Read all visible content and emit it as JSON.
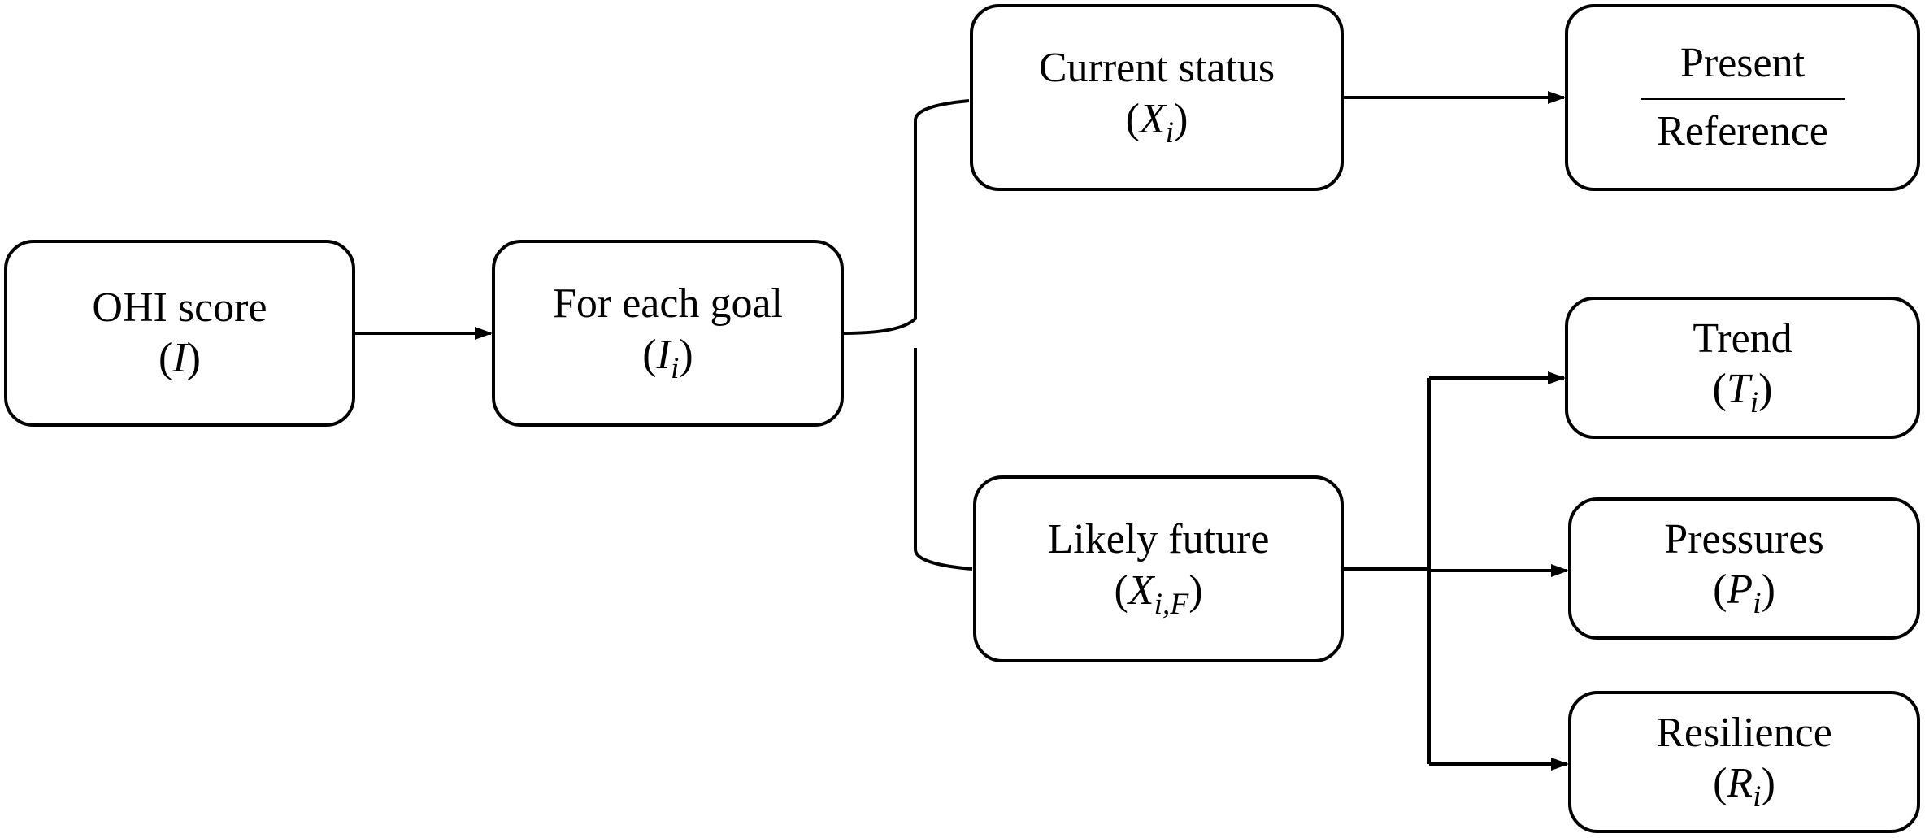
{
  "nodes": {
    "ohi": {
      "label": "OHI score",
      "symbol": "I"
    },
    "goal": {
      "label": "For each goal",
      "symbol": "I",
      "subscript": "i"
    },
    "current": {
      "label": "Current status",
      "symbol": "X",
      "subscript": "i"
    },
    "ratio": {
      "numerator": "Present",
      "denominator": "Reference"
    },
    "future": {
      "label": "Likely future",
      "symbol": "X",
      "subscript": "i,F"
    },
    "trend": {
      "label": "Trend",
      "symbol": "T",
      "subscript": "i"
    },
    "pressures": {
      "label": "Pressures",
      "symbol": "P",
      "subscript": "i"
    },
    "resilience": {
      "label": "Resilience",
      "symbol": "R",
      "subscript": "i"
    }
  }
}
